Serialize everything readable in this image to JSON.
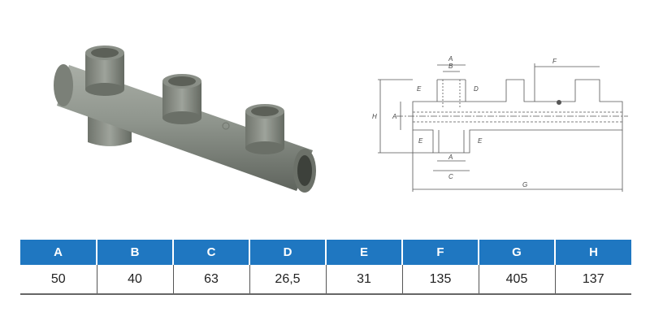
{
  "drawing": {
    "labels": {
      "a_top": "A",
      "b_top": "B",
      "f": "F",
      "h": "H",
      "a_left": "A",
      "e_left_top": "E",
      "d": "D",
      "e_left_bottom": "E",
      "e_right_bottom": "E",
      "a_bottom": "A",
      "c": "C",
      "g": "G"
    }
  },
  "table": {
    "headers": [
      "A",
      "B",
      "C",
      "D",
      "E",
      "F",
      "G",
      "H"
    ],
    "values": [
      "50",
      "40",
      "63",
      "26,5",
      "31",
      "135",
      "405",
      "137"
    ]
  },
  "colors": {
    "header_bg": "#1f77c1",
    "pipe": "#8a9088"
  }
}
